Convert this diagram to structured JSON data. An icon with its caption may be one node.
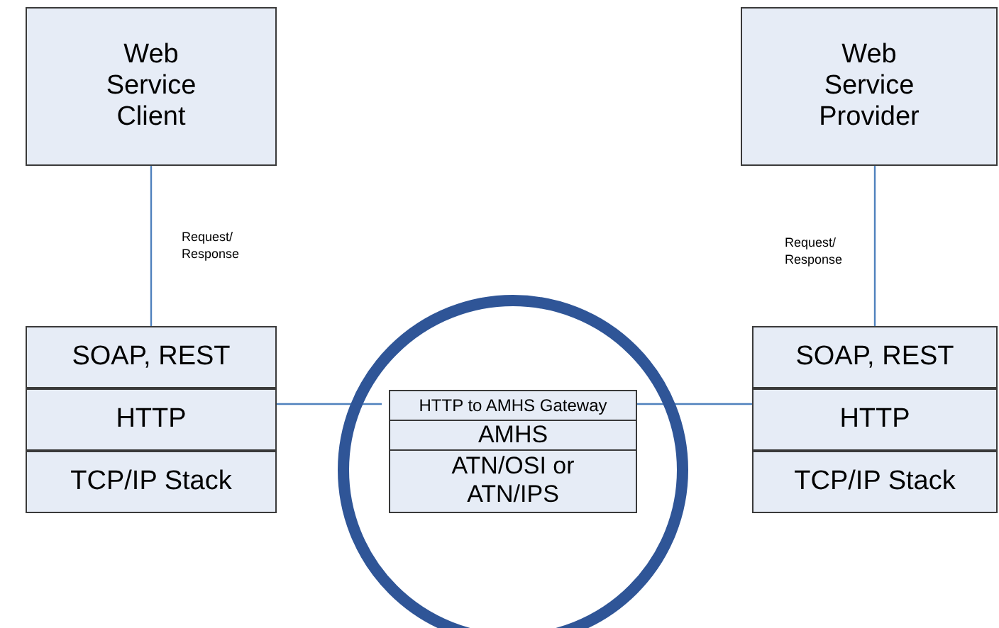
{
  "diagram": {
    "nodes": [
      {
        "text": [
          "Web Service Client"
        ]
      },
      {
        "text": [
          "SOAP, REST"
        ]
      },
      {
        "text": [
          "HTTP"
        ]
      },
      {
        "text": [
          "TCP/IP Stack"
        ]
      },
      {
        "text": [
          "Web Service Provider"
        ]
      },
      {
        "text": [
          "SOAP, REST"
        ]
      },
      {
        "text": [
          "HTTP"
        ]
      },
      {
        "text": [
          "TCP/IP Stack"
        ]
      },
      {
        "text": [],
        "shape": "circle"
      },
      {
        "text": [
          "HTTP to AMHS Gateway"
        ],
        "in": 8
      },
      {
        "text": [
          "AMHS"
        ],
        "in": 8
      },
      {
        "text": [
          "ATN/OSI or ATN/IPS"
        ],
        "in": 8
      }
    ],
    "edges": [
      {
        "from": 0,
        "to": 1,
        "arrow": "none",
        "label": "Request/ Response"
      },
      {
        "from": 4,
        "to": 5,
        "arrow": "none",
        "label": "Request/ Response"
      },
      {
        "from": 2,
        "to": 9,
        "arrow": "none"
      },
      {
        "from": 9,
        "to": 6,
        "arrow": "none"
      }
    ]
  }
}
